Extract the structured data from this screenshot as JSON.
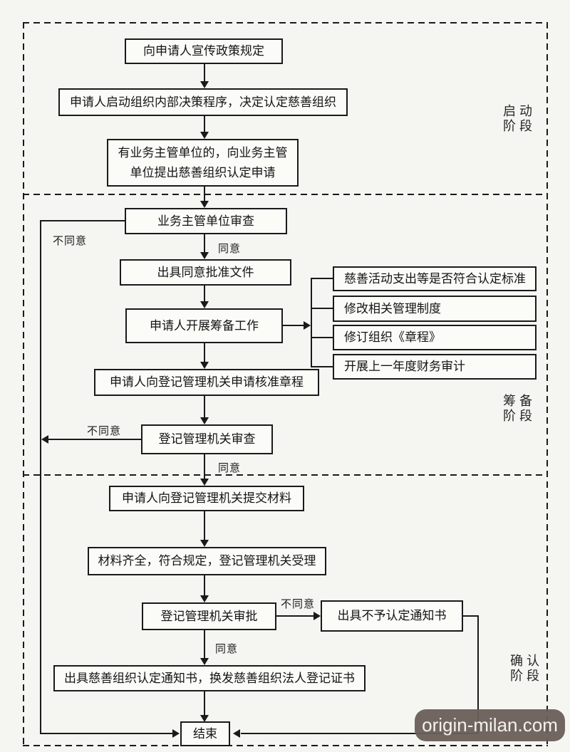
{
  "nodes": {
    "publicize_policy": "向申请人宣传政策规定",
    "internal_decision": "申请人启动组织内部决策程序，决定认定慈善组织",
    "apply_supervisor": "有业务主管单位的，向业务主管单位提出慈善组织认定申请",
    "supervisor_review": "业务主管单位审查",
    "approval_document": "出具同意批准文件",
    "preparation_work": "申请人开展筹备工作",
    "expenditure_check": "慈善活动支出等是否符合认定标准",
    "revise_management": "修改相关管理制度",
    "revise_charter": "修订组织《章程》",
    "annual_audit": "开展上一年度财务审计",
    "charter_approval_request": "申请人向登记管理机关申请核准章程",
    "registration_review": "登记管理机关审查",
    "submit_materials": "申请人向登记管理机关提交材料",
    "materials_accepted": "材料齐全，符合规定，登记管理机关受理",
    "registration_approval": "登记管理机关审批",
    "rejection_notice": "出具不予认定通知书",
    "certification_notice": "出具慈善组织认定通知书，换发慈善组织法人登记证书",
    "end": "结束"
  },
  "labels": {
    "agree": "同意",
    "disagree": "不同意"
  },
  "stages": [
    {
      "line1": "启动",
      "line2": "阶段"
    },
    {
      "line1": "筹备",
      "line2": "阶段"
    },
    {
      "line1": "确认",
      "line2": "阶段"
    }
  ],
  "watermark": {
    "text": "origin-milan.com"
  }
}
